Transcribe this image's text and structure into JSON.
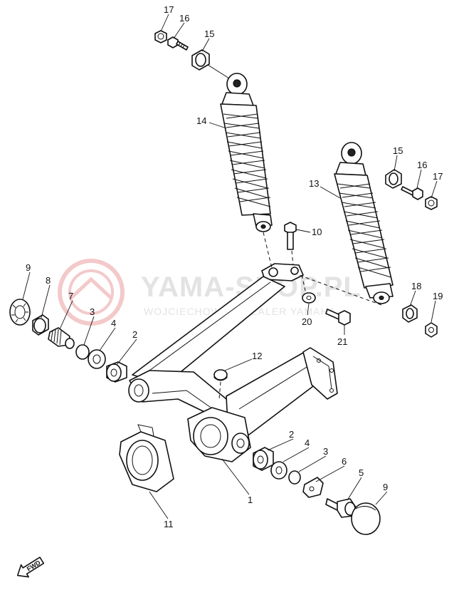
{
  "watermark": {
    "main": "YAMA-SHOP.PL",
    "sub": "WOJCIECHOWICZ  DEALER YAMAHA",
    "color": "#e3e3e3",
    "logo_color": "#f3c9c9"
  },
  "fwd_label": "FWD",
  "callouts": {
    "n1": "1",
    "n2a": "2",
    "n2b": "2",
    "n3a": "3",
    "n3b": "3",
    "n4a": "4",
    "n4b": "4",
    "n5": "5",
    "n6": "6",
    "n7": "7",
    "n8": "8",
    "n9a": "9",
    "n9b": "9",
    "n10": "10",
    "n11": "11",
    "n12": "12",
    "n13": "13",
    "n14": "14",
    "n15a": "15",
    "n15b": "15",
    "n16a": "16",
    "n16b": "16",
    "n17a": "17",
    "n17b": "17",
    "n18": "18",
    "n19": "19",
    "n20": "20",
    "n21": "21"
  }
}
